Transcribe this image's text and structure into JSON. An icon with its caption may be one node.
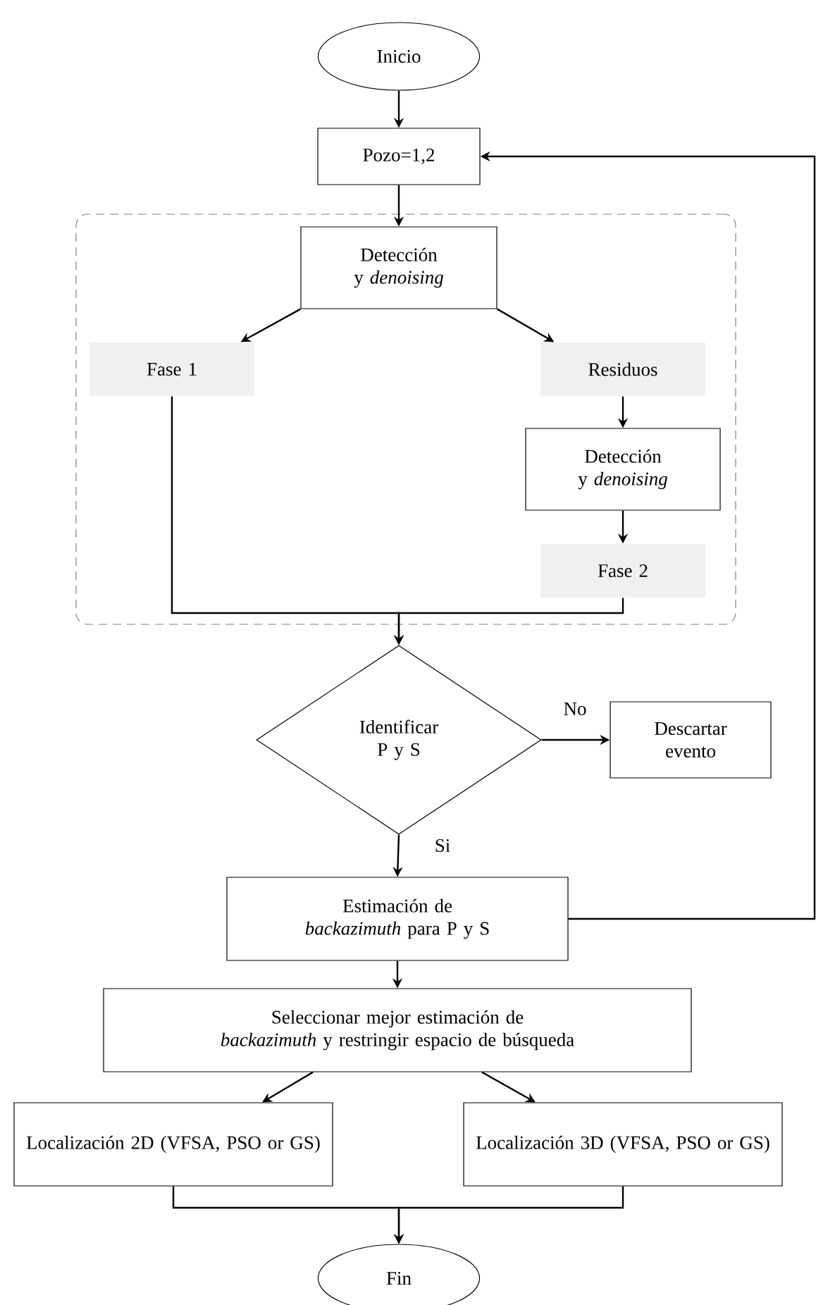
{
  "diagram": {
    "nodes": [
      {
        "text": [
          "Inicio"
        ]
      },
      {
        "text": [
          "Pozo=1,2"
        ]
      },
      {
        "text": [],
        "shape": "box"
      },
      {
        "text": [
          "Detección y *denoising*"
        ],
        "in": 2
      },
      {
        "text": [
          "Fase 1"
        ],
        "in": 2
      },
      {
        "text": [
          "Residuos"
        ],
        "in": 2
      },
      {
        "text": [
          "Detección y *denoising*"
        ],
        "in": 2
      },
      {
        "text": [
          "Fase 2"
        ],
        "in": 2
      },
      {
        "text": [
          "Identificar P y S"
        ]
      },
      {
        "text": [
          "Descartar evento"
        ]
      },
      {
        "text": [
          "Estimación de *backazimuth* para P y S"
        ]
      },
      {
        "text": [
          "Seleccionar mejor estimación de *backazimuth* y restringir espacio de búsqueda"
        ]
      },
      {
        "text": [
          "Localización 2D (VFSA, PSO or GS)"
        ]
      },
      {
        "text": [
          "Localización 3D (VFSA, PSO or GS)"
        ]
      },
      {
        "text": [
          "Fin"
        ]
      }
    ],
    "edges": [
      {
        "from": 0,
        "to": 1,
        "arrow": "to"
      },
      {
        "from": 1,
        "to": 3,
        "arrow": "to"
      },
      {
        "from": 3,
        "to": 4,
        "arrow": "to"
      },
      {
        "from": 3,
        "to": 5,
        "arrow": "to"
      },
      {
        "from": 5,
        "to": 6,
        "arrow": "to"
      },
      {
        "from": 6,
        "to": 7,
        "arrow": "to"
      },
      {
        "from": 4,
        "to": 8,
        "arrow": "to"
      },
      {
        "from": 7,
        "to": 8,
        "arrow": "to"
      },
      {
        "from": 8,
        "to": 9,
        "arrow": "to",
        "label": "No"
      },
      {
        "from": 8,
        "to": 10,
        "arrow": "to",
        "label": "Si"
      },
      {
        "from": 10,
        "to": 1,
        "arrow": "to"
      },
      {
        "from": 10,
        "to": 11,
        "arrow": "to"
      },
      {
        "from": 11,
        "to": 12,
        "arrow": "to"
      },
      {
        "from": 11,
        "to": 13,
        "arrow": "to"
      },
      {
        "from": 12,
        "to": 14,
        "arrow": "to"
      },
      {
        "from": 13,
        "to": 14,
        "arrow": "to"
      }
    ]
  }
}
